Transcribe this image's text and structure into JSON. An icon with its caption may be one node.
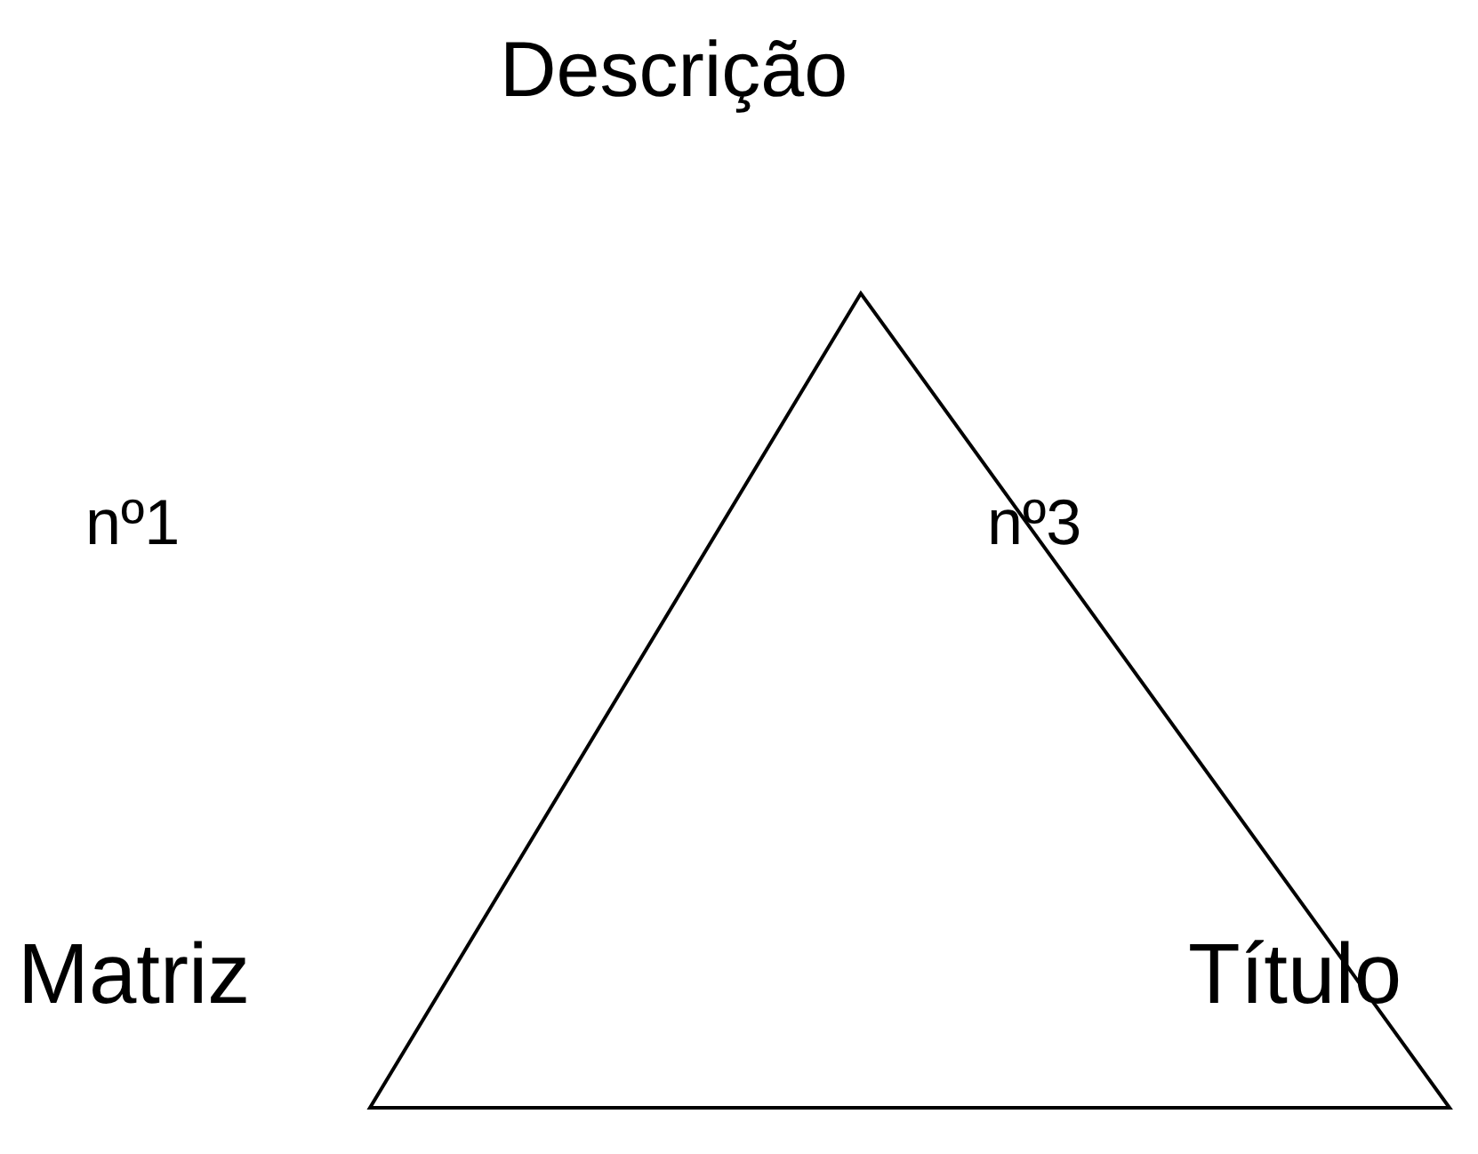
{
  "diagram": {
    "labels": [
      "Descrição",
      "nº1",
      "nº3",
      "Matriz",
      "Título"
    ]
  }
}
